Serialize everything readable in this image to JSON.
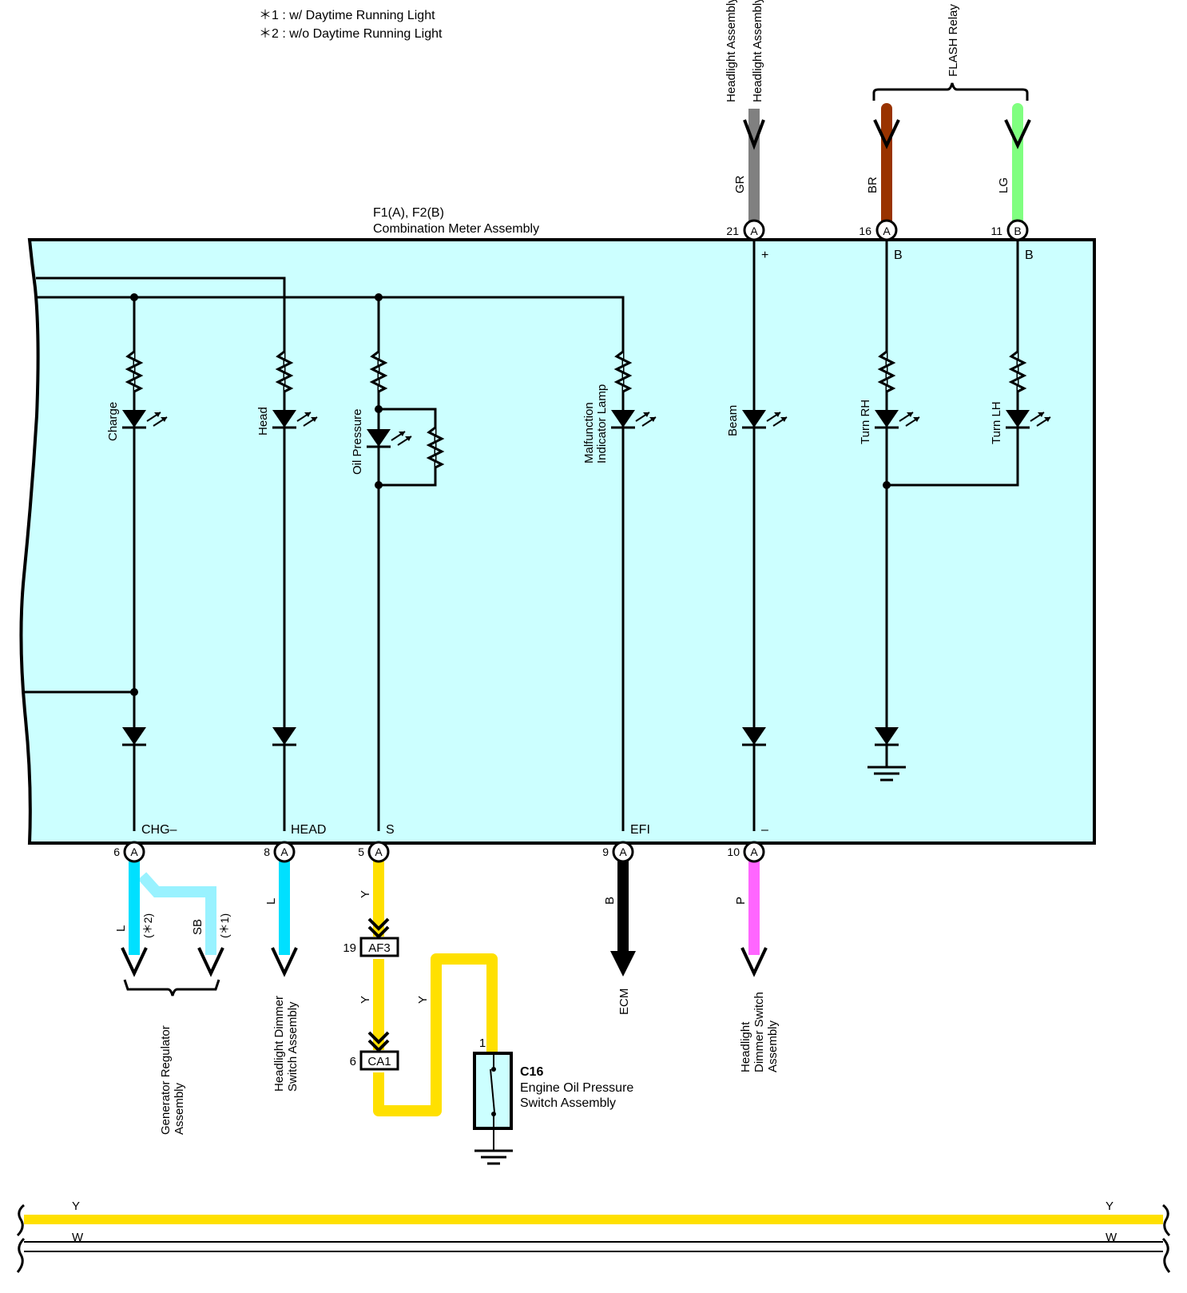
{
  "notes": {
    "note1": "＊1 : w/ Daytime Running Light",
    "note2": "＊2 : w/o Daytime Running Light"
  },
  "meter": {
    "title_code": "F1(A), F2(B)",
    "title_name": "Combination Meter Assembly",
    "fill_color": "#ccffff"
  },
  "top_connections": {
    "headlight_lh": "Headlight Assembly LH",
    "headlight_rh": "Headlight Assembly RH",
    "flash_relay": "FLASH Relay",
    "pins": [
      {
        "num": "21",
        "conn": "A",
        "wire": "GR",
        "inner": "+",
        "color": "#808080"
      },
      {
        "num": "16",
        "conn": "A",
        "wire": "BR",
        "inner": "B",
        "color": "#993300"
      },
      {
        "num": "11",
        "conn": "B",
        "wire": "LG",
        "inner": "B",
        "color": "#80ff80"
      }
    ]
  },
  "indicators": {
    "charge": "Charge",
    "head": "Head",
    "oil": "Oil Pressure",
    "mil_line1": "Malfunction",
    "mil_line2": "Indicator Lamp",
    "beam": "Beam",
    "turn_rh": "Turn RH",
    "turn_lh": "Turn LH"
  },
  "bottom_terminals": [
    {
      "num": "6",
      "conn": "A",
      "label": "CHG–"
    },
    {
      "num": "8",
      "conn": "A",
      "label": "HEAD"
    },
    {
      "num": "5",
      "conn": "A",
      "label": "S"
    },
    {
      "num": "9",
      "conn": "A",
      "label": "EFI"
    },
    {
      "num": "10",
      "conn": "A",
      "label": "–"
    }
  ],
  "bottom_wires": {
    "chg_l": "L",
    "chg_sb": "SB",
    "chg_l_note": "(＊2)",
    "chg_sb_note": "(＊1)",
    "head_l": "L",
    "s_y1": "Y",
    "s_y2": "Y",
    "s_y3": "Y",
    "efi_b": "B",
    "beam_p": "P"
  },
  "wire_colors": {
    "L": "#00e0ff",
    "SB": "#99f2ff",
    "Y": "#ffe000",
    "B": "#000000",
    "P": "#ff66ff"
  },
  "destinations": {
    "gen_line1": "Generator Regulator",
    "gen_line2": "Assembly",
    "hds_line1": "Headlight Dimmer",
    "hds_line2": "Switch Assembly",
    "ecm": "ECM",
    "hds2_line1": "Headlight",
    "hds2_line2": "Dimmer Switch",
    "hds2_line3": "Assembly"
  },
  "junctions": {
    "af3_pin": "19",
    "af3_label": "AF3",
    "ca1_pin": "6",
    "ca1_label": "CA1"
  },
  "oil_switch": {
    "pin": "1",
    "code": "C16",
    "name_line1": "Engine Oil Pressure",
    "name_line2": "Switch Assembly"
  },
  "legend": {
    "y_left": "Y",
    "y_right": "Y",
    "w_left": "W",
    "w_right": "W"
  }
}
